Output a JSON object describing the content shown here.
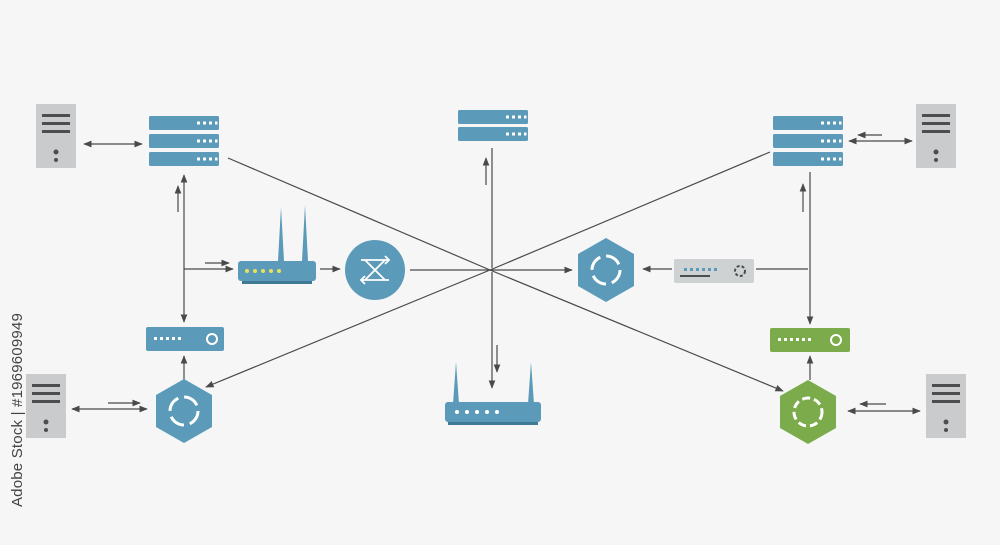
{
  "diagram": {
    "kind": "network-topology",
    "colors": {
      "primary": "#5b9ab8",
      "accent_green": "#7bab4a",
      "server_grey": "#c9cbcc",
      "device_grey": "#cfd2d3",
      "line": "#4a4a4a",
      "background": "#f6f6f6"
    },
    "nodes": [
      {
        "id": "server-top-left",
        "icon": "server-tower-icon"
      },
      {
        "id": "server-bottom-left",
        "icon": "server-tower-icon"
      },
      {
        "id": "server-top-right",
        "icon": "server-tower-icon"
      },
      {
        "id": "server-bottom-right",
        "icon": "server-tower-icon"
      },
      {
        "id": "rack-top-left",
        "icon": "server-rack-icon"
      },
      {
        "id": "rack-top-center",
        "icon": "server-rack-icon"
      },
      {
        "id": "rack-top-right",
        "icon": "server-rack-icon"
      },
      {
        "id": "router-left",
        "icon": "router-icon"
      },
      {
        "id": "router-bottom-center",
        "icon": "router-icon"
      },
      {
        "id": "switch-center-left",
        "icon": "switch-icon"
      },
      {
        "id": "hub-left",
        "icon": "hexagon-hub-icon"
      },
      {
        "id": "hub-center-right",
        "icon": "hexagon-hub-icon"
      },
      {
        "id": "hub-right-green",
        "icon": "hexagon-hub-icon"
      },
      {
        "id": "modem-left",
        "icon": "modem-icon"
      },
      {
        "id": "modem-right-grey",
        "icon": "modem-icon"
      },
      {
        "id": "modem-right-green",
        "icon": "modem-icon"
      }
    ]
  },
  "watermark": {
    "sidebar_text": "Adobe Stock | #1969609949"
  }
}
